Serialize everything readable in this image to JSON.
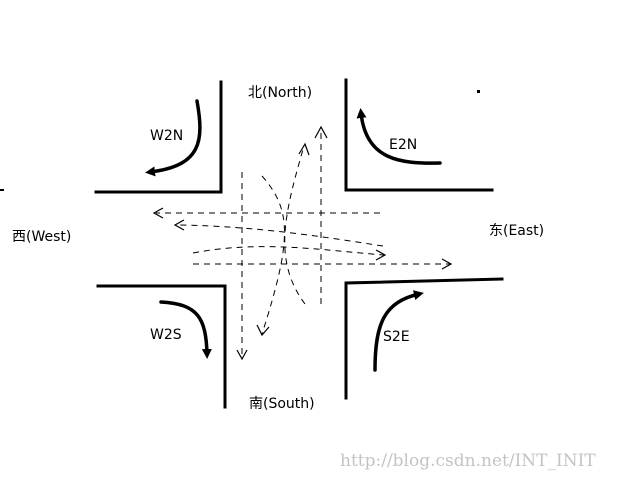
{
  "labels": {
    "north": "北(North)",
    "south": "南(South)",
    "west": "西(West)",
    "east": "东(East)",
    "w2n": "W2N",
    "e2n": "E2N",
    "w2s": "W2S",
    "s2e": "S2E"
  },
  "watermark": "http://blog.csdn.net/INT_INIT",
  "colors": {
    "ink": "#000000",
    "watermark": "#c4c4c4",
    "background": "#ffffff"
  }
}
